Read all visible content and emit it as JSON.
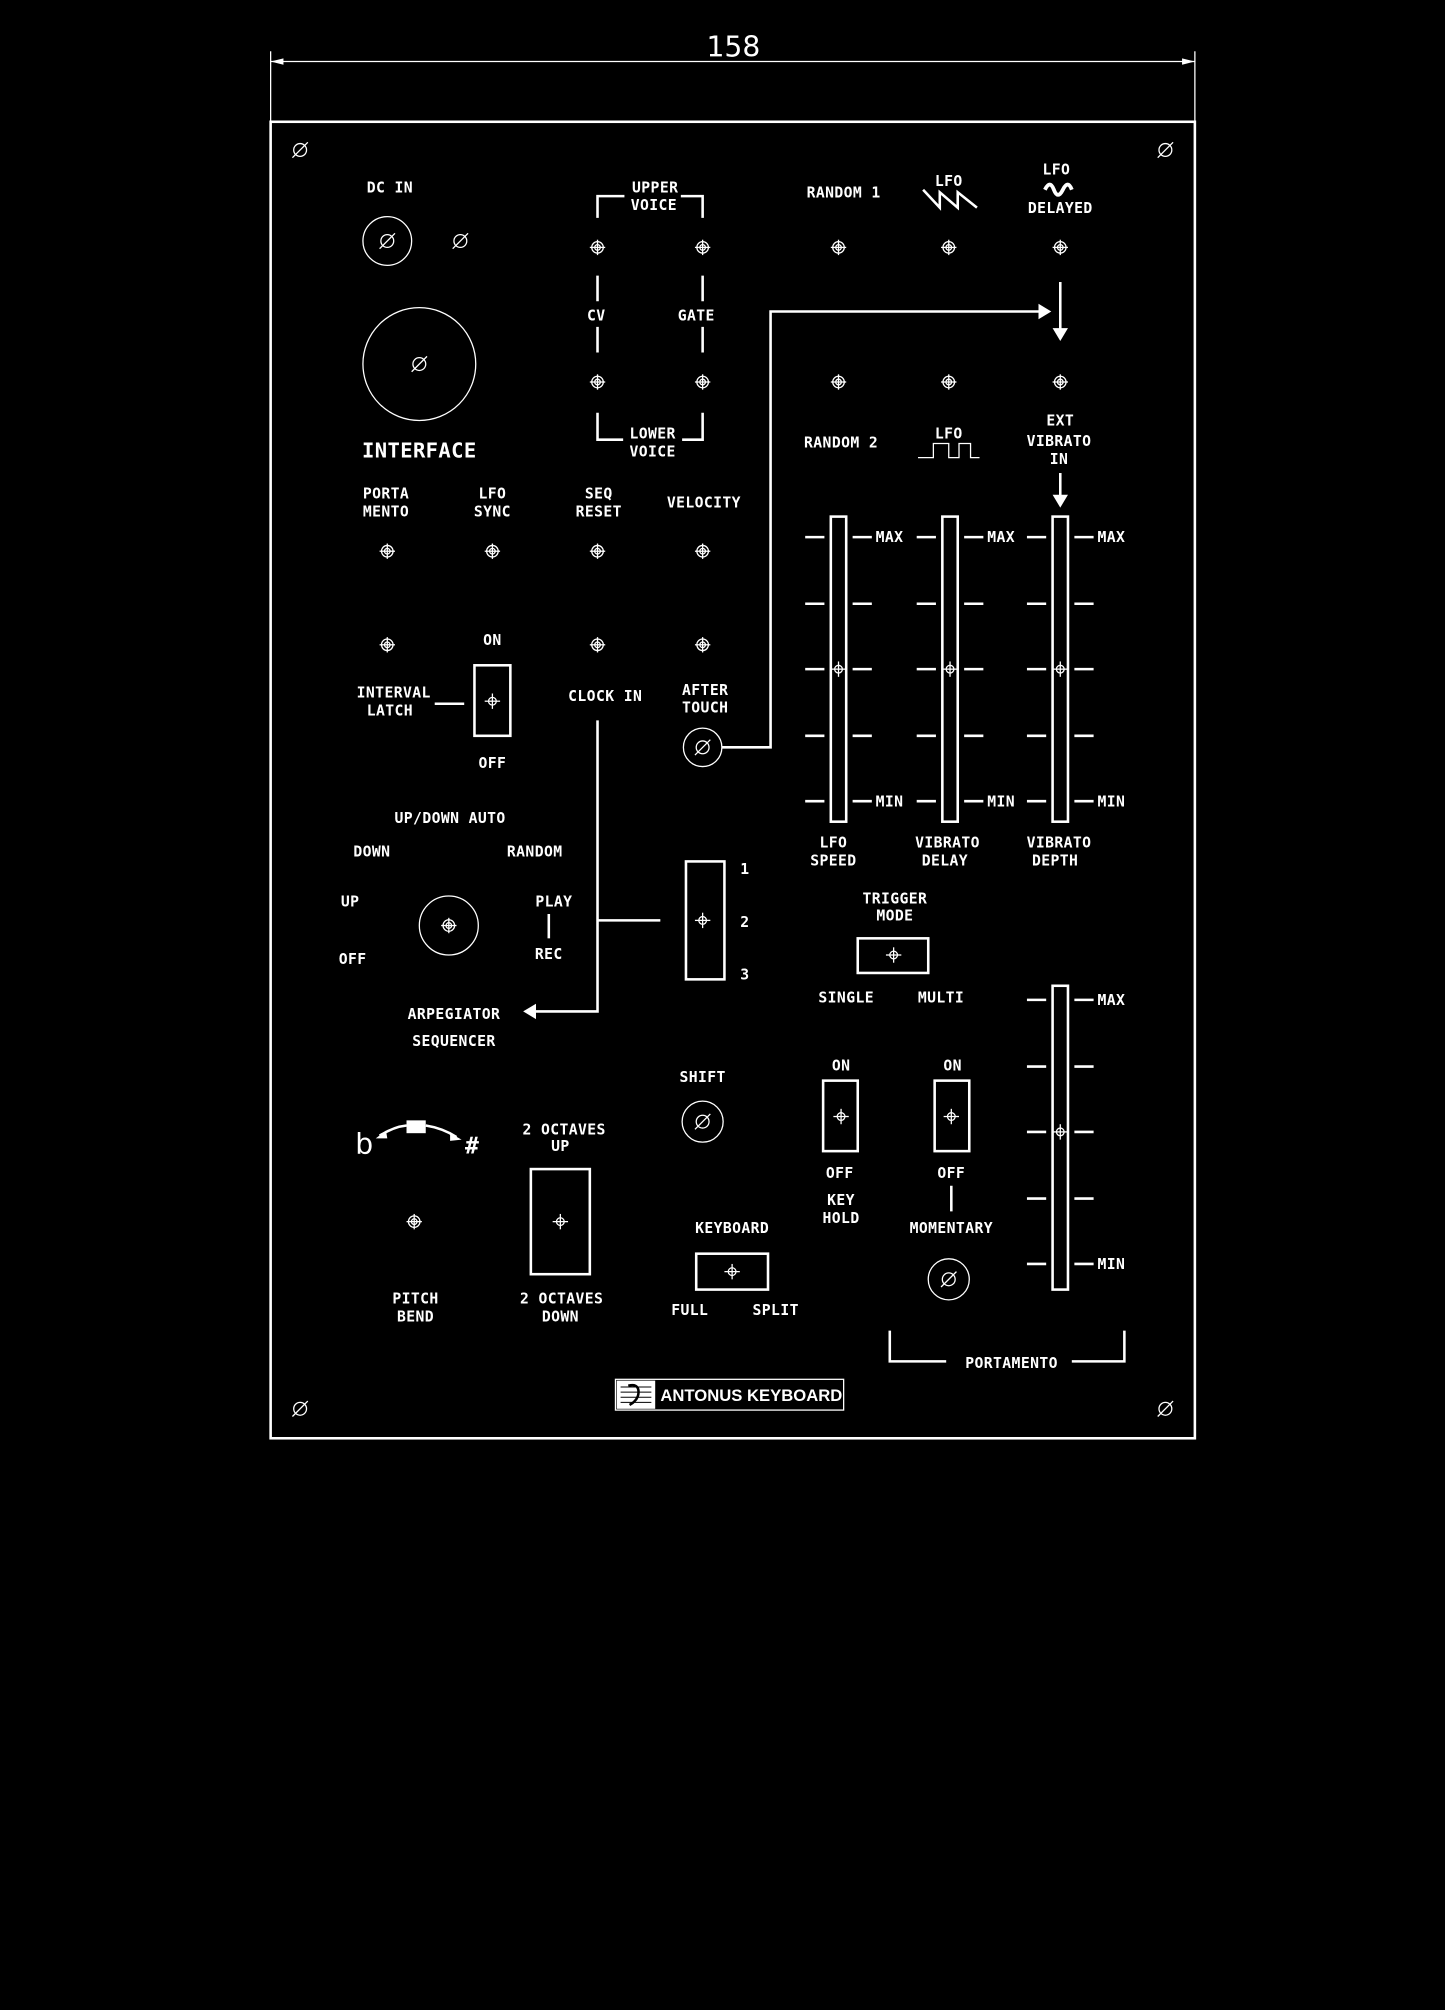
{
  "dimension": "158",
  "interface": {
    "dc_in": "DC IN",
    "title": "INTERFACE"
  },
  "voice": {
    "upper1": "UPPER",
    "upper2": "VOICE",
    "cv": "CV",
    "gate": "GATE",
    "lower1": "LOWER",
    "lower2": "VOICE"
  },
  "lfo": {
    "random1": "RANDOM 1",
    "lfo_saw": "LFO",
    "lfo_delayed1": "LFO",
    "lfo_delayed2": "DELAYED",
    "random2": "RANDOM 2",
    "lfo_square": "LFO",
    "ext1": "EXT",
    "ext2": "VIBRATO",
    "ext3": "IN"
  },
  "sliders": {
    "max": "MAX",
    "min": "MIN",
    "lfo_speed": [
      "LFO",
      "SPEED"
    ],
    "vibrato_delay": [
      "VIBRATO",
      "DELAY"
    ],
    "vibrato_depth": [
      "VIBRATO",
      "DEPTH"
    ]
  },
  "jacks_row": {
    "porta": [
      "PORTA",
      "MENTO"
    ],
    "lfo_sync": [
      "LFO",
      "SYNC"
    ],
    "seq_reset": [
      "SEQ",
      "RESET"
    ],
    "velocity": "VELOCITY"
  },
  "latch": {
    "on": "ON",
    "off": "OFF",
    "label": [
      "INTERVAL",
      "LATCH"
    ],
    "clock_in": "CLOCK IN",
    "after_touch": [
      "AFTER",
      "TOUCH"
    ]
  },
  "arp": {
    "up_down_auto": "UP/DOWN AUTO",
    "down": "DOWN",
    "random": "RANDOM",
    "up": "UP",
    "off": "OFF",
    "play": "PLAY",
    "rec": "REC",
    "arpegiator": "ARPEGIATOR",
    "sequencer": "SEQUENCER",
    "pos1": "1",
    "pos2": "2",
    "pos3": "3"
  },
  "trigger": {
    "label": [
      "TRIGGER",
      "MODE"
    ],
    "single": "SINGLE",
    "multi": "MULTI"
  },
  "shift": "SHIFT",
  "key_hold": {
    "on": "ON",
    "off": "OFF",
    "label": [
      "KEY",
      "HOLD"
    ]
  },
  "momentary": {
    "on": "ON",
    "off": "OFF",
    "label": "MOMENTARY"
  },
  "portamento": "PORTAMENTO",
  "keyboard": {
    "label": "KEYBOARD",
    "full": "FULL",
    "split": "SPLIT"
  },
  "pitch": {
    "flat": "b",
    "sharp": "#",
    "label": [
      "PITCH",
      "BEND"
    ]
  },
  "octave": {
    "up": [
      "2 OCTAVES",
      "UP"
    ],
    "down": [
      "2 OCTAVES",
      "DOWN"
    ]
  },
  "logo": "ANTONUS KEYBOARD"
}
